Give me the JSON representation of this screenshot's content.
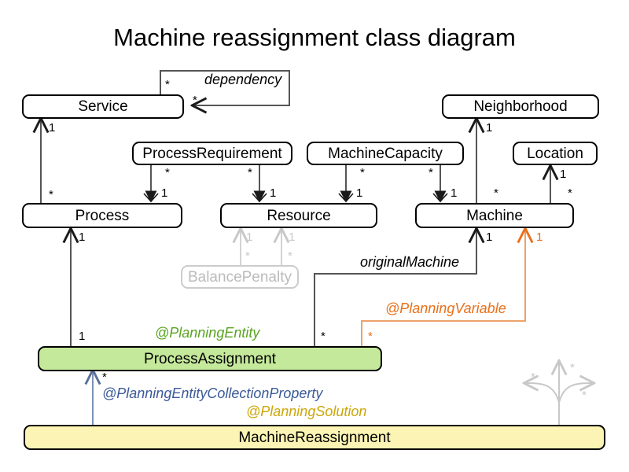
{
  "title": "Machine reassignment class diagram",
  "colors": {
    "entity_fill": "#c5e99b",
    "solution_fill": "#fbf4b4",
    "planning_entity": "#5aa420",
    "planning_variable": "#e8701a",
    "planning_entity_collection_property": "#3b5a99",
    "planning_solution": "#cca60a",
    "faded": "#c8c8c8",
    "edge": "#555555",
    "text": "#000000"
  },
  "classes": [
    {
      "id": "service",
      "label": "Service",
      "style": "plain"
    },
    {
      "id": "neighborhood",
      "label": "Neighborhood",
      "style": "plain"
    },
    {
      "id": "process_requirement",
      "label": "ProcessRequirement",
      "style": "plain"
    },
    {
      "id": "machine_capacity",
      "label": "MachineCapacity",
      "style": "plain"
    },
    {
      "id": "location",
      "label": "Location",
      "style": "plain"
    },
    {
      "id": "process",
      "label": "Process",
      "style": "plain"
    },
    {
      "id": "resource",
      "label": "Resource",
      "style": "plain"
    },
    {
      "id": "machine",
      "label": "Machine",
      "style": "plain"
    },
    {
      "id": "balance_penalty",
      "label": "BalancePenalty",
      "style": "faded"
    },
    {
      "id": "process_assignment",
      "label": "ProcessAssignment",
      "style": "entity"
    },
    {
      "id": "machine_reassignment",
      "label": "MachineReassignment",
      "style": "solution"
    }
  ],
  "roles": {
    "dependency": "dependency",
    "original_machine": "originalMachine"
  },
  "annotations": {
    "planning_entity": "@PlanningEntity",
    "planning_variable": "@PlanningVariable",
    "planning_entity_collection_property": "@PlanningEntityCollectionProperty",
    "planning_solution": "@PlanningSolution"
  },
  "multiplicities": {
    "dependency_source": "*",
    "dependency_target": "*",
    "service_process_one": "1",
    "service_process_many": "*",
    "procreq_process_many": "*",
    "procreq_process_one": "1",
    "procreq_resource_many": "*",
    "procreq_resource_one": "1",
    "machcap_resource_many": "*",
    "machcap_resource_one": "1",
    "machcap_machine_many": "*",
    "machcap_machine_one": "1",
    "neighborhood_one": "1",
    "neighborhood_many": "*",
    "location_one": "1",
    "location_many": "*",
    "balance_resource_one_a": "1",
    "balance_resource_one_b": "1",
    "balance_resource_many_a": "*",
    "balance_resource_many_b": "*",
    "process_assignment_process_one_top": "1",
    "process_assignment_process_one_bottom": "1",
    "original_machine_one": "1",
    "original_machine_many": "*",
    "planning_variable_one": "1",
    "planning_variable_many": "*",
    "collection_property_many": "*",
    "solution_fan_left": "*",
    "solution_fan_up": "*",
    "solution_fan_right": "*"
  }
}
